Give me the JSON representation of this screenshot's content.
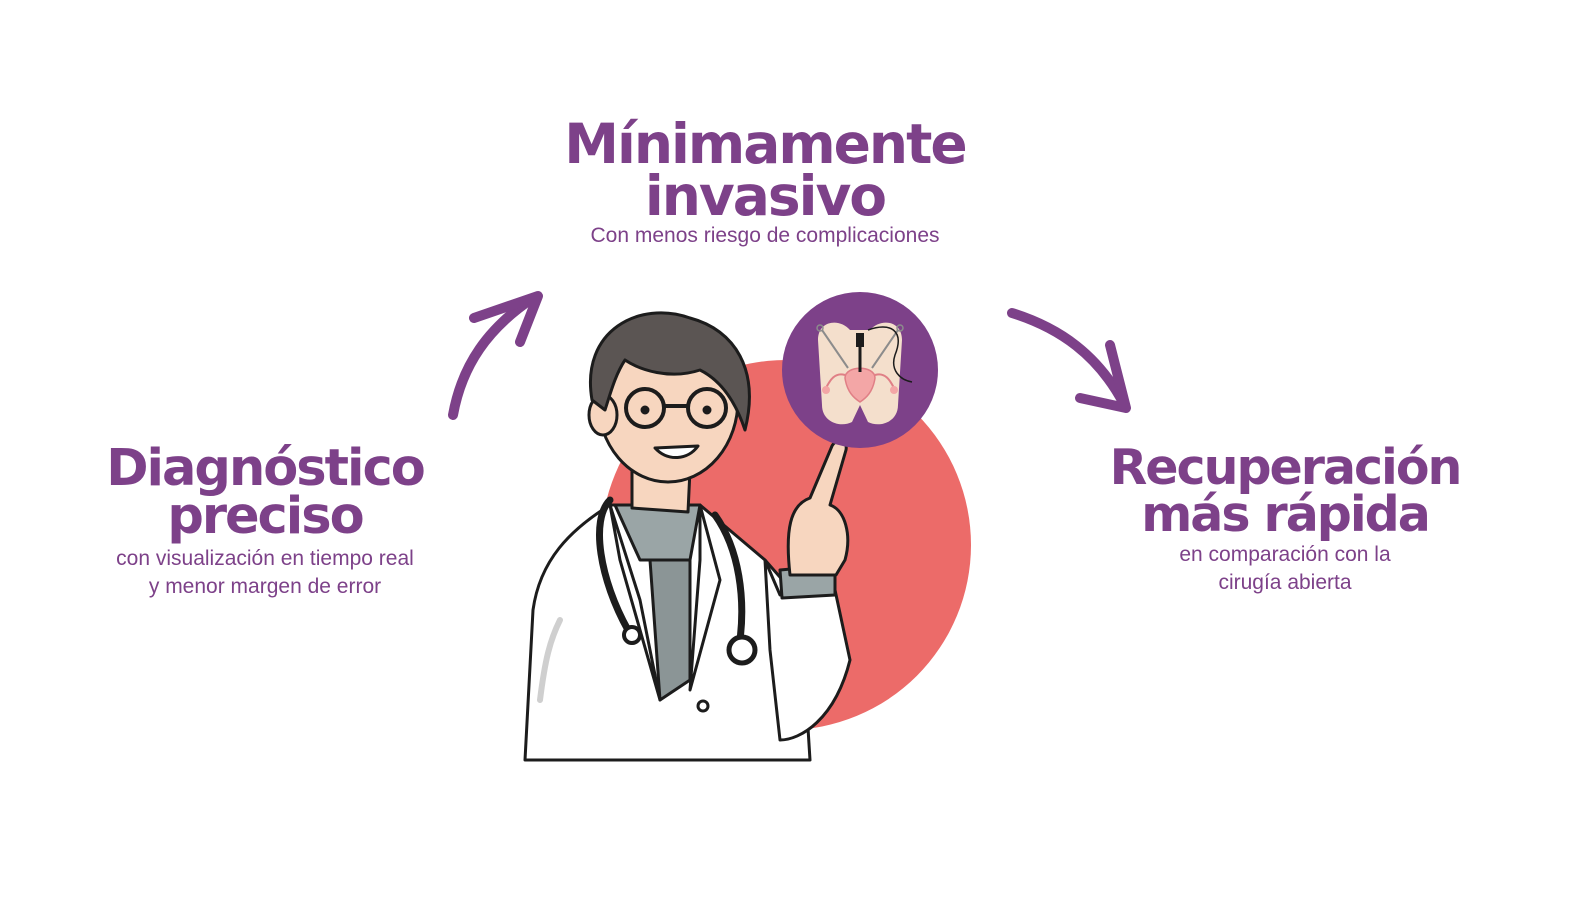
{
  "colors": {
    "accent_purple": "#7d4189",
    "circle_coral": "#ec6b69",
    "skin": "#f7d6bf",
    "hair": "#5b5553",
    "coat": "#ffffff",
    "shirt": "#9aa5a6"
  },
  "top": {
    "title_line1": "Mínimamente",
    "title_line2": "invasivo",
    "subtitle": "Con menos riesgo de complicaciones"
  },
  "left": {
    "title_line1": "Diagnóstico",
    "title_line2": "preciso",
    "subtitle_line1": "con visualización en tiempo real",
    "subtitle_line2": "y menor margen de error"
  },
  "right": {
    "title_line1": "Recuperación",
    "title_line2": "más rápida",
    "subtitle_line1": "en comparación con la",
    "subtitle_line2": "cirugía abierta"
  },
  "icons": {
    "arrow_left": "curved-arrow-up-right-icon",
    "arrow_right": "curved-arrow-down-right-icon",
    "doctor": "doctor-illustration",
    "badge": "laparoscopy-icon"
  }
}
